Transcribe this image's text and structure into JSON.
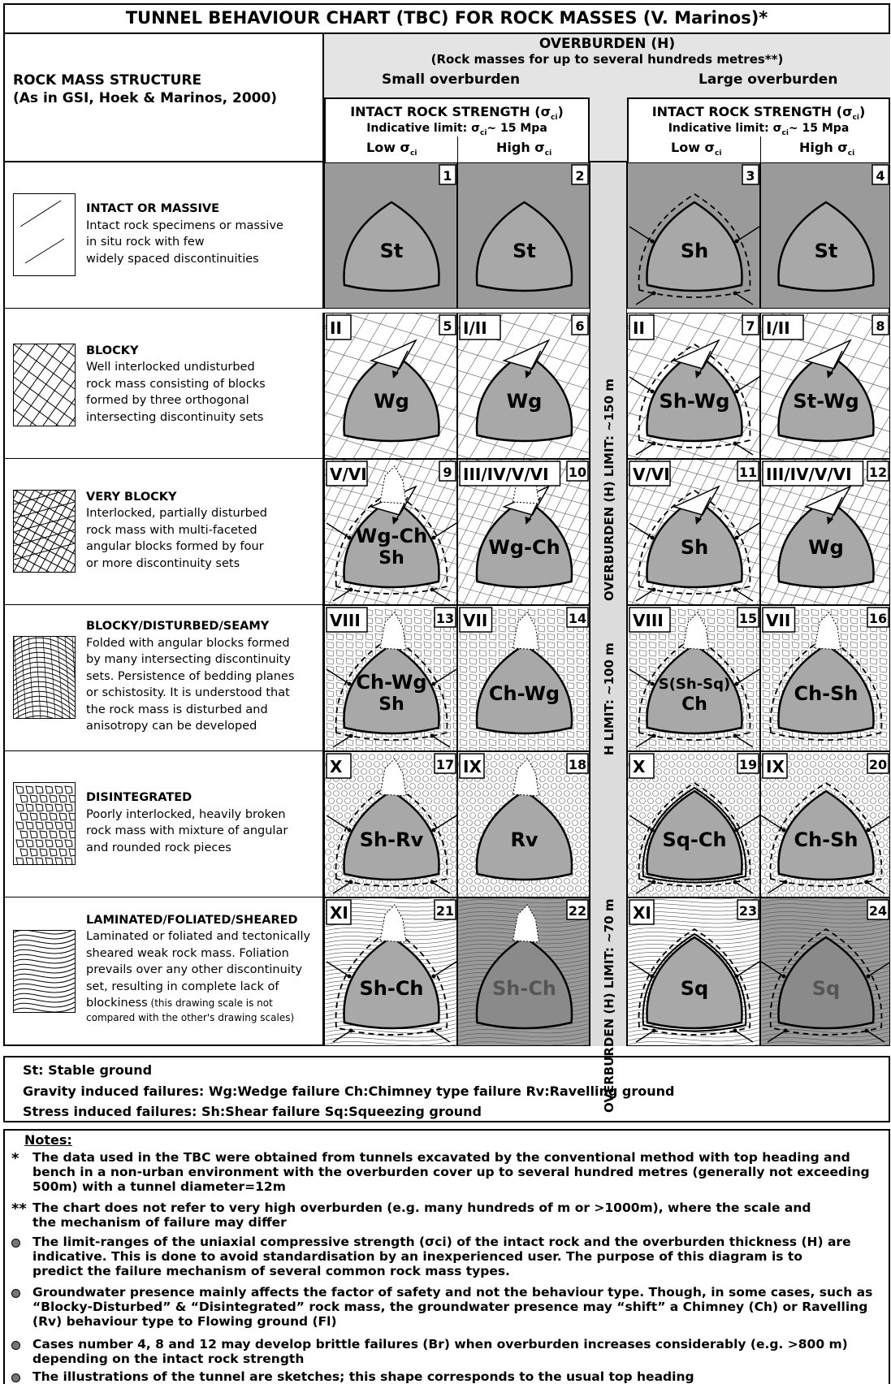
{
  "title": "TUNNEL BEHAVIOUR CHART (TBC) FOR ROCK MASSES (V. Marinos)*",
  "header": {
    "left_line1": "ROCK MASS STRUCTURE",
    "left_line2": "(As in GSI, Hoek & Marinos, 2000)",
    "overburden_title": "OVERBURDEN (H)",
    "overburden_sub": "(Rock masses for up to several hundreds metres**)",
    "small_overburden": "Small overburden",
    "large_overburden": "Large overburden",
    "irs_title": "INTACT ROCK STRENGTH (σ",
    "irs_ci": "ci",
    "irs_close": ")",
    "irs_limit_pre": "Indicative limit: σ",
    "irs_limit_post": "~ 15 Mpa",
    "low": "Low σ",
    "high": "High σ"
  },
  "limits": {
    "top": "OVERBURDEN (H) LIMIT: ~150 m",
    "middle": "H LIMIT: ~100 m",
    "bottom": "OVERBURDEN (H) LIMIT: ~70 m"
  },
  "rows": [
    {
      "title": "INTACT OR MASSIVE",
      "lines": [
        "Intact rock specimens or massive",
        "in situ rock with few",
        "widely spaced discontinuities"
      ]
    },
    {
      "title": "BLOCKY",
      "lines": [
        "Well interlocked undisturbed",
        "rock mass consisting of blocks",
        "formed by three orthogonal",
        "intersecting discontinuity sets"
      ]
    },
    {
      "title": "VERY BLOCKY",
      "lines": [
        "Interlocked, partially disturbed",
        "rock mass with multi-faceted",
        "angular blocks formed by four",
        "or more discontinuity sets"
      ]
    },
    {
      "title": "BLOCKY/DISTURBED/SEAMY",
      "lines": [
        "Folded with angular blocks formed",
        "by many intersecting discontinuity",
        "sets. Persistence of bedding planes",
        "or schistosity. It is understood that",
        "the rock mass is disturbed and",
        "anisotropy can be developed"
      ]
    },
    {
      "title": "DISINTEGRATED",
      "lines": [
        "Poorly interlocked, heavily broken",
        "rock mass with mixture of angular",
        "and rounded rock pieces"
      ]
    },
    {
      "title": "LAMINATED/FOLIATED/SHEARED",
      "lines": [
        "Laminated or foliated and tectonically",
        "sheared weak rock mass. Foliation",
        "prevails over any other discontinuity",
        "set, resulting in complete lack of",
        "blockiness"
      ],
      "small_note": "(this drawing scale is not",
      "small_note2": "compared with the other's drawing scales)"
    }
  ],
  "cells": [
    {
      "n": "1",
      "cls": "",
      "label": "St"
    },
    {
      "n": "2",
      "cls": "",
      "label": "St"
    },
    {
      "n": "3",
      "cls": "",
      "label": "Sh"
    },
    {
      "n": "4",
      "cls": "",
      "label": "St"
    },
    {
      "n": "5",
      "cls": "II",
      "label": "Wg"
    },
    {
      "n": "6",
      "cls": "I/II",
      "label": "Wg"
    },
    {
      "n": "7",
      "cls": "II",
      "label": "Sh-Wg"
    },
    {
      "n": "8",
      "cls": "I/II",
      "label": "St-Wg"
    },
    {
      "n": "9",
      "cls": "V/VI",
      "label": "Wg-Ch",
      "label2": "Sh"
    },
    {
      "n": "10",
      "cls": "III/IV/V/VI",
      "label": "Wg-Ch"
    },
    {
      "n": "11",
      "cls": "V/VI",
      "label": "Sh"
    },
    {
      "n": "12",
      "cls": "III/IV/V/VI",
      "label": "Wg"
    },
    {
      "n": "13",
      "cls": "VIII",
      "label": "Ch-Wg",
      "label2": "Sh"
    },
    {
      "n": "14",
      "cls": "VII",
      "label": "Ch-Wg"
    },
    {
      "n": "15",
      "cls": "VIII",
      "label": "S(Sh-Sq)",
      "label2": "Ch"
    },
    {
      "n": "16",
      "cls": "VII",
      "label": "Ch-Sh"
    },
    {
      "n": "17",
      "cls": "X",
      "label": "Sh-Rv"
    },
    {
      "n": "18",
      "cls": "IX",
      "label": "Rv"
    },
    {
      "n": "19",
      "cls": "X",
      "label": "Sq-Ch"
    },
    {
      "n": "20",
      "cls": "IX",
      "label": "Ch-Sh"
    },
    {
      "n": "21",
      "cls": "XI",
      "label": "Sh-Ch"
    },
    {
      "n": "22",
      "cls": "",
      "label": "Sh-Ch"
    },
    {
      "n": "23",
      "cls": "XI",
      "label": "Sq"
    },
    {
      "n": "24",
      "cls": "",
      "label": "Sq"
    }
  ],
  "legend": {
    "line1": "St: Stable ground",
    "line2": "Gravity induced failures: Wg:Wedge failure   Ch:Chimney type failure   Rv:Ravelling ground",
    "line3": "Stress induced failures: Sh:Shear failure   Sq:Squeezing ground"
  },
  "notes": {
    "title": "Notes:",
    "n1_mark": "*",
    "n1": [
      "The data used in the TBC were obtained from tunnels excavated by the conventional method with top heading and",
      "bench in a non-urban environment with the overburden cover up to several hundred metres (generally not exceeding",
      "500m) with a tunnel diameter=12m"
    ],
    "n2_mark": "**",
    "n2": [
      "The chart does not refer to very high overburden (e.g.  many hundreds of m or >1000m), where the scale and",
      "the mechanism of failure may differ"
    ],
    "n3": [
      "The limit-ranges of the uniaxial compressive strength (σci) of the intact rock and the overburden thickness (H) are",
      "indicative. This is done to avoid standardisation by an inexperienced user. The purpose of this diagram is to",
      "predict the failure mechanism of several common rock mass types."
    ],
    "n4": [
      "Groundwater presence mainly affects the factor of safety and not the behaviour type. Though, in some cases, such as",
      "“Blocky-Disturbed” & “Disintegrated” rock mass, the groundwater presence may “shift” a Chimney (Ch) or Ravelling",
      "(Rv) behaviour type to Flowing ground (Fl)"
    ],
    "n5": [
      "Cases number 4, 8 and 12 may develop brittle failures (Br) when overburden increases considerably (e.g. >800 m)",
      "depending on the intact rock strength"
    ],
    "n6": [
      "The illustrations of the tunnel are sketches; this shape corresponds to the usual top heading"
    ]
  }
}
